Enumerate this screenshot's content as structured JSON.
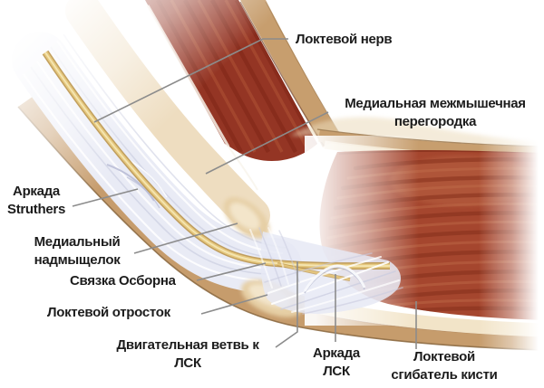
{
  "figure": {
    "labels": {
      "ulnar_nerve": "Локтевой нерв",
      "septum_line1": "Медиальная межмышечная",
      "septum_line2": "перегородка",
      "arcade_struthers_line1": "Аркада",
      "arcade_struthers_line2": "Struthers",
      "medial_epicondyle_line1": "Медиальный",
      "medial_epicondyle_line2": "надмыщелок",
      "osborne_ligament": "Связка Осборна",
      "olecranon": "Локтевой отросток",
      "motor_branch_line1": "Двигательная ветвь к",
      "motor_branch_line2": "ЛСК",
      "arcade_fcu_line1": "Аркада",
      "arcade_fcu_line2": "ЛСК",
      "fcu_line1": "Локтевой",
      "fcu_line2": "сгибатель кисти"
    },
    "colors": {
      "muscle_red": "#a5462e",
      "muscle_dark": "#7c2414",
      "muscle_highlight": "#c4704e",
      "skin_tan": "#c69c6c",
      "skin_edge": "#8d6b44",
      "cream": "#f1e2c4",
      "fascia_white": "#e9ebf5",
      "fascia_shade": "#c7cade",
      "nerve_yellow": "#e5c87e",
      "nerve_edge": "#b98f42",
      "leader_line": "#8c8c8c",
      "label_text": "#1c1c1c",
      "background": "#ffffff"
    }
  }
}
